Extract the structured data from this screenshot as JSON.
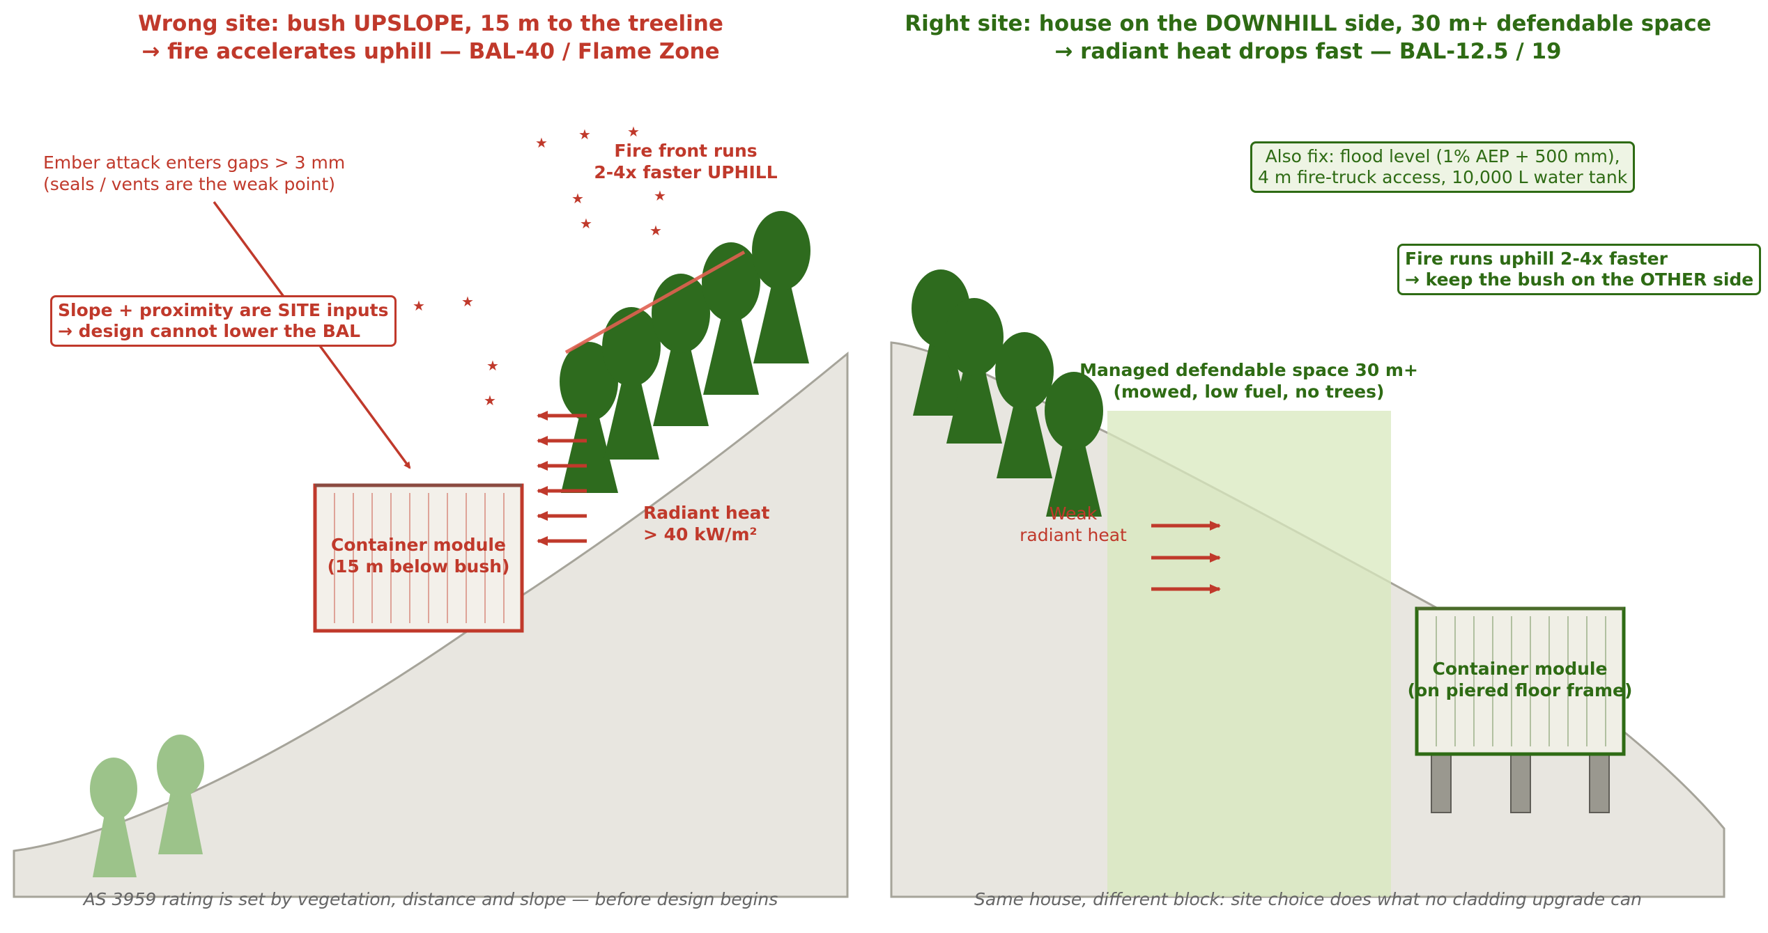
{
  "colors": {
    "danger": "#c0392b",
    "safe": "#2e6b14",
    "tree": "#2e6b1e",
    "tree_light": "#9cc38a",
    "ground": "#e8e6e0",
    "defendable_zone": "#d8e8bd"
  },
  "left_panel": {
    "title_line1": "Wrong site: bush UPSLOPE, 15 m to the treeline",
    "title_line2": "→ fire accelerates uphill — BAL-40 / Flame Zone",
    "ember_line1": "Ember attack enters gaps > 3 mm",
    "ember_line2": "(seals / vents are the weak point)",
    "site_inputs_line1": "Slope + proximity are SITE inputs",
    "site_inputs_line2": "→ design cannot lower the BAL",
    "fire_front_line1": "Fire front runs",
    "fire_front_line2": "2-4x faster UPHILL",
    "radiant_line1": "Radiant heat",
    "radiant_line2": "> 40 kW/m²",
    "container_line1": "Container module",
    "container_line2": "(15 m below bush)",
    "footer": "AS 3959 rating is set by vegetation, distance and slope — before design begins",
    "icons": [
      "ember-star-icon",
      "heat-arrow-icon",
      "tree-icon"
    ]
  },
  "right_panel": {
    "title_line1": "Right site: house on the DOWNHILL side, 30 m+ defendable space",
    "title_line2": "→ radiant heat drops fast — BAL-12.5 / 19",
    "also_fix_line1": "Also fix: flood level (1% AEP + 500 mm),",
    "also_fix_line2": "4 m fire-truck access, 10,000 L water tank",
    "uphill_line1": "Fire runs uphill 2-4x faster",
    "uphill_line2": "→ keep the bush on the OTHER side",
    "defendable_line1": "Managed defendable space 30 m+",
    "defendable_line2": "(mowed, low fuel, no trees)",
    "weak_line1": "Weak",
    "weak_line2": "radiant heat",
    "container_line1": "Container module",
    "container_line2": "(on piered floor frame)",
    "footer": "Same house, different block: site choice does what no cladding upgrade can",
    "icons": [
      "heat-arrow-icon",
      "tree-icon",
      "pier-icon"
    ]
  }
}
